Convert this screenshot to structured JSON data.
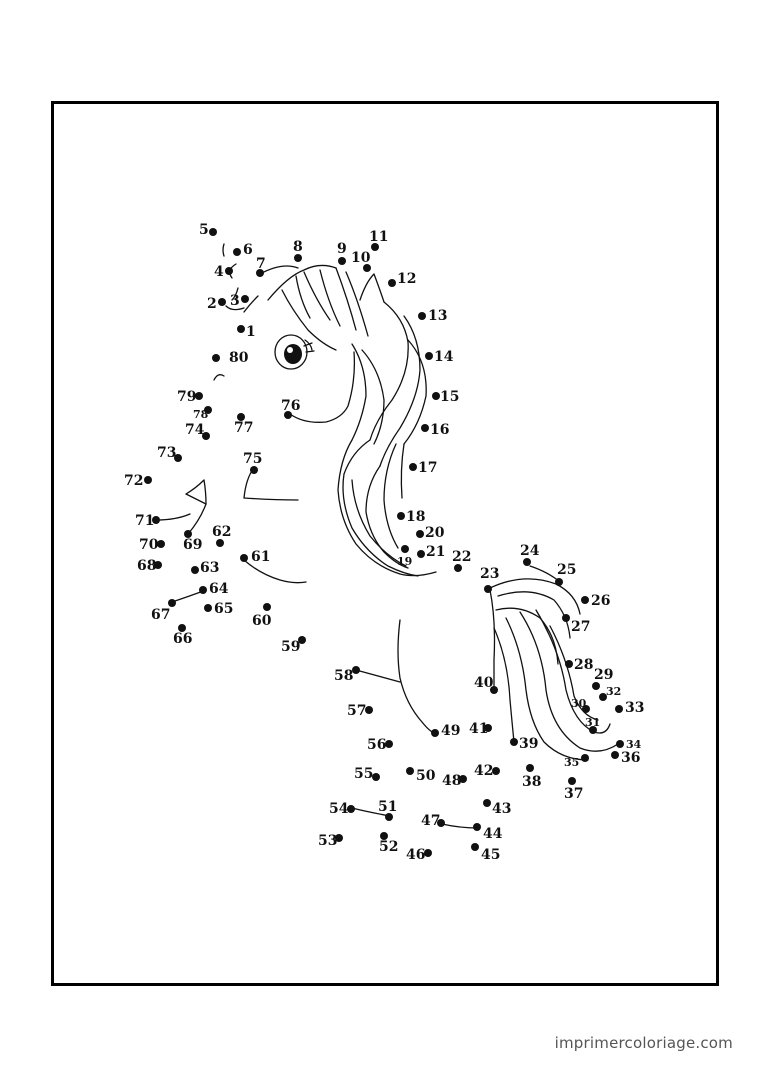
{
  "footer": {
    "site": "imprimercoloriage.com"
  },
  "colors": {
    "ink": "#111111",
    "frame": "#000000",
    "footer_text": "#555555"
  },
  "dots": [
    {
      "n": 1
    },
    {
      "n": 2
    },
    {
      "n": 3
    },
    {
      "n": 4
    },
    {
      "n": 5
    },
    {
      "n": 6
    },
    {
      "n": 7
    },
    {
      "n": 8
    },
    {
      "n": 9
    },
    {
      "n": 10
    },
    {
      "n": 11
    },
    {
      "n": 12
    },
    {
      "n": 13
    },
    {
      "n": 14
    },
    {
      "n": 15
    },
    {
      "n": 16
    },
    {
      "n": 17
    },
    {
      "n": 18
    },
    {
      "n": 19
    },
    {
      "n": 20
    },
    {
      "n": 21
    },
    {
      "n": 22
    },
    {
      "n": 23
    },
    {
      "n": 24
    },
    {
      "n": 25
    },
    {
      "n": 26
    },
    {
      "n": 27
    },
    {
      "n": 28
    },
    {
      "n": 29
    },
    {
      "n": 30
    },
    {
      "n": 31
    },
    {
      "n": 32
    },
    {
      "n": 33
    },
    {
      "n": 34
    },
    {
      "n": 35
    },
    {
      "n": 36
    },
    {
      "n": 37
    },
    {
      "n": 38
    },
    {
      "n": 39
    },
    {
      "n": 40
    },
    {
      "n": 41
    },
    {
      "n": 42
    },
    {
      "n": 43
    },
    {
      "n": 44
    },
    {
      "n": 45
    },
    {
      "n": 46
    },
    {
      "n": 47
    },
    {
      "n": 48
    },
    {
      "n": 49
    },
    {
      "n": 50
    },
    {
      "n": 51
    },
    {
      "n": 52
    },
    {
      "n": 53
    },
    {
      "n": 54
    },
    {
      "n": 55
    },
    {
      "n": 56
    },
    {
      "n": 57
    },
    {
      "n": 58
    },
    {
      "n": 59
    },
    {
      "n": 60
    },
    {
      "n": 61
    },
    {
      "n": 62
    },
    {
      "n": 63
    },
    {
      "n": 64
    },
    {
      "n": 65
    },
    {
      "n": 66
    },
    {
      "n": 67
    },
    {
      "n": 68
    },
    {
      "n": 69
    },
    {
      "n": 70
    },
    {
      "n": 71
    },
    {
      "n": 72
    },
    {
      "n": 73
    },
    {
      "n": 74
    },
    {
      "n": 75
    },
    {
      "n": 76
    },
    {
      "n": 77
    },
    {
      "n": 78
    },
    {
      "n": 79
    },
    {
      "n": 80
    }
  ]
}
